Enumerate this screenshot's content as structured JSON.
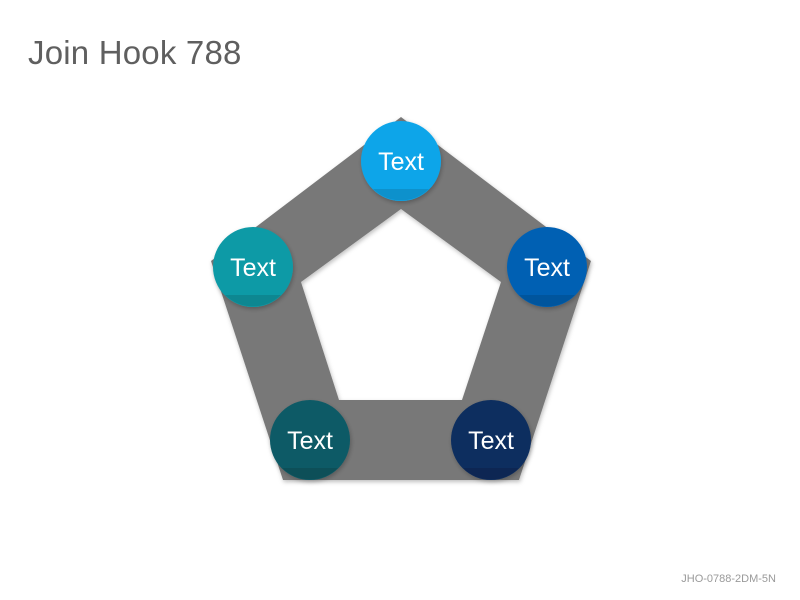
{
  "title": "Join Hook 788",
  "diagram": {
    "band_color": "#787878",
    "nodes": [
      {
        "label": "Text",
        "color": "#0ea5e9"
      },
      {
        "label": "Text",
        "color": "#0561b3"
      },
      {
        "label": "Text",
        "color": "#0b2d5e"
      },
      {
        "label": "Text",
        "color": "#0b5a66"
      },
      {
        "label": "Text",
        "color": "#0f9aa6"
      }
    ]
  },
  "footer": {
    "code": "JHO-0788-2DM-5N"
  }
}
